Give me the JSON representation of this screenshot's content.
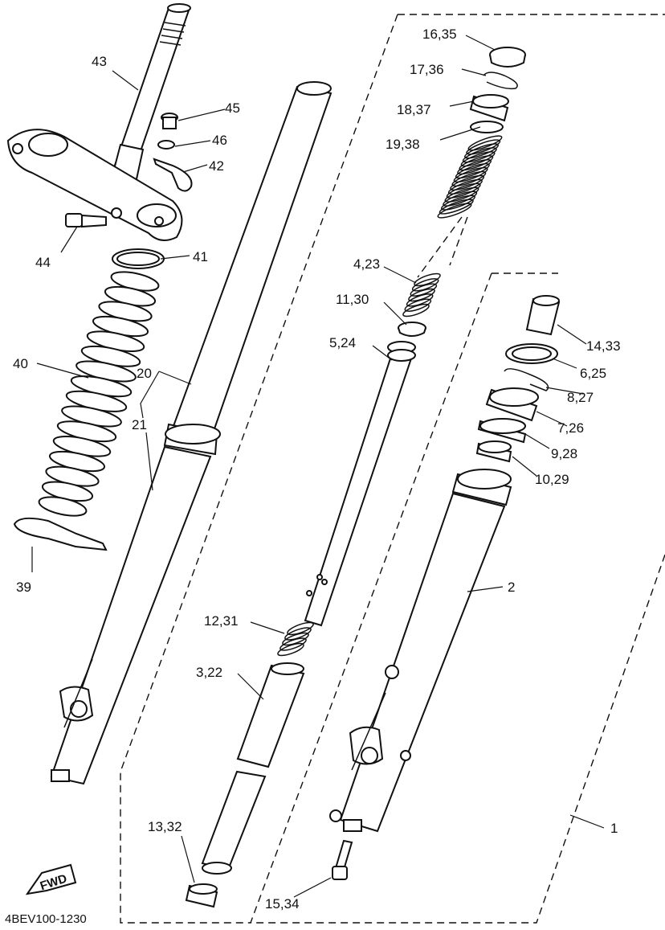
{
  "diagram": {
    "drawing_code": "4BEV100-1230",
    "fwd_label": "FWD",
    "callouts": {
      "c1": "1",
      "c2": "2",
      "c3_22": "3,22",
      "c4_23": "4,23",
      "c5_24": "5,24",
      "c6_25": "6,25",
      "c7_26": "7,26",
      "c8_27": "8,27",
      "c9_28": "9,28",
      "c10_29": "10,29",
      "c11_30": "11,30",
      "c12_31": "12,31",
      "c13_32": "13,32",
      "c14_33": "14,33",
      "c15_34": "15,34",
      "c16_35": "16,35",
      "c17_36": "17,36",
      "c18_37": "18,37",
      "c19_38": "19,38",
      "c20": "20",
      "c21": "21",
      "c39": "39",
      "c40": "40",
      "c41": "41",
      "c42": "42",
      "c43": "43",
      "c44": "44",
      "c45": "45",
      "c46": "46"
    }
  }
}
